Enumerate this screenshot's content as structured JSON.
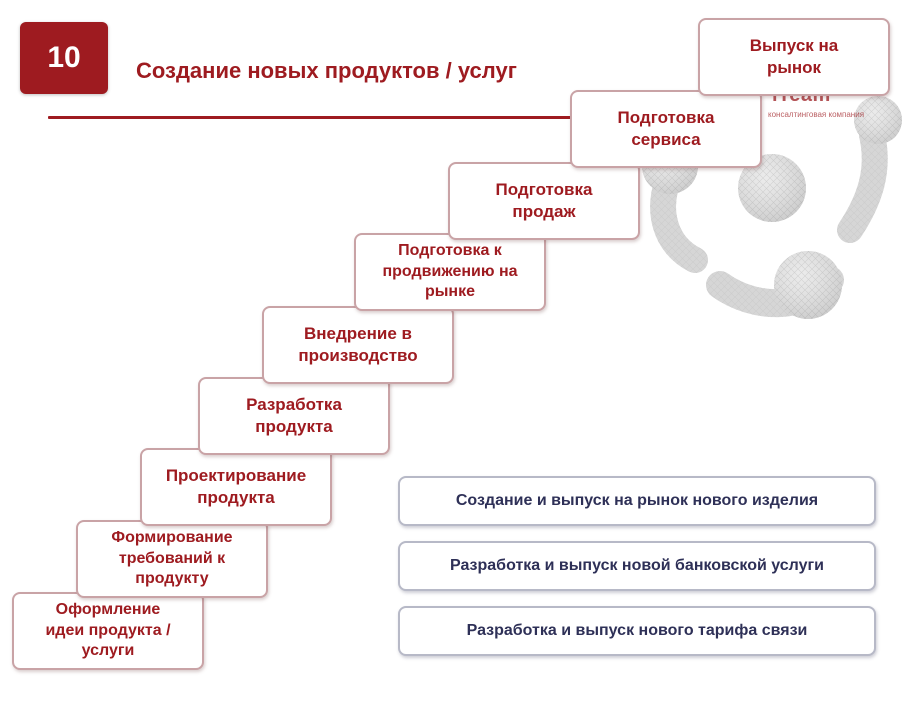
{
  "header": {
    "number": "10",
    "title": "Создание новых продуктов / услуг"
  },
  "logo": {
    "name": "iTeam",
    "tagline": "консалтинговая компания"
  },
  "steps": [
    "Оформление\nидеи продукта /\nуслуги",
    "Формирование\nтребований к\nпродукту",
    "Проектирование\nпродукта",
    "Разработка\nпродукта",
    "Внедрение в\nпроизводство",
    "Подготовка к\nпродвижению на\nрынке",
    "Подготовка\nпродаж",
    "Подготовка\nсервиса",
    "Выпуск на\nрынок"
  ],
  "examples": [
    "Создание и выпуск на рынок нового изделия",
    "Разработка и выпуск новой банковской услуги",
    "Разработка и выпуск нового тарифа связи"
  ],
  "colors": {
    "accent": "#9e1b20",
    "example_text": "#2e3057",
    "step_border": "#c9a3a6",
    "example_border": "#b7b9c7"
  }
}
